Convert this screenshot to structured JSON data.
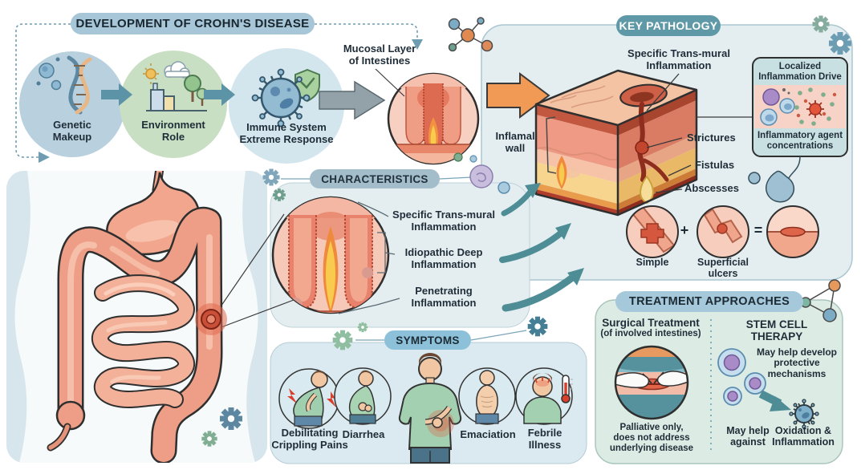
{
  "development": {
    "title": "DEVELOPMENT OF CROHN'S DISEASE",
    "steps": [
      {
        "label": "Genetic\nMakeup",
        "icon": "dna-icon"
      },
      {
        "label": "Environment\nRole",
        "icon": "environment-icon"
      },
      {
        "label": "Immune System\nExtreme Response",
        "icon": "virus-shield-icon"
      }
    ],
    "mucosal_label": "Mucosal Layer\nof Intestines"
  },
  "key_pathology": {
    "title": "KEY PATHOLOGY",
    "transmural": "Specific Trans-mural\nInflammation",
    "inflamed_wall": "Inflamal\nwall",
    "strictures": "Strictures",
    "fistulas": "Fistulas",
    "abscesses": "Abscesses",
    "localized_box": {
      "title": "Localized\nInflammation Drive",
      "caption": "Inflammatory agent\nconcentrations"
    },
    "equation": {
      "simple": "Simple",
      "plus": "+",
      "superficial": "Superficial\nulcers",
      "equals": "="
    }
  },
  "characteristics": {
    "title": "CHARACTERISTICS",
    "items": [
      "Specific Trans-mural\nInflammation",
      "Idiopathic Deep\nInflammation",
      "Penetrating\nInflammation"
    ]
  },
  "symptoms": {
    "title": "SYMPTOMS",
    "items": [
      "Debilitating\nCrippling Pains",
      "Diarrhea",
      "Emaciation",
      "Febrile\nIllness"
    ]
  },
  "treatment": {
    "title": "TREATMENT APPROACHES",
    "surgical": {
      "title": "Surgical Treatment",
      "subtitle": "(of involved intestines)",
      "note": "Palliative only,\ndoes not address\nunderlying disease"
    },
    "stem_cell": {
      "title": "STEM CELL\nTHERAPY",
      "benefit": "May help develop\nprotective\nmechanisms",
      "against_label": "May help\nagainst",
      "against_target": "Oxidation &\nInflammation"
    }
  },
  "icons": [
    "gear-icon",
    "molecule-icon",
    "dna-icon",
    "environment-icon",
    "virus-shield-icon",
    "intestines-icon",
    "stem-cells-icon",
    "virus-icon",
    "surgery-icon",
    "thermometer-icon"
  ],
  "colors": {
    "pill_light_blue": "#a7c6d7",
    "pill_teal": "#5f99a7",
    "panel_blue": "#e4eef1",
    "panel_green": "#dcebe4",
    "arrow_orange": "#f19a55",
    "arrow_teal": "#4e8d96",
    "intestine_salmon": "#ee9e86",
    "inflammation_red": "#d5583e"
  }
}
